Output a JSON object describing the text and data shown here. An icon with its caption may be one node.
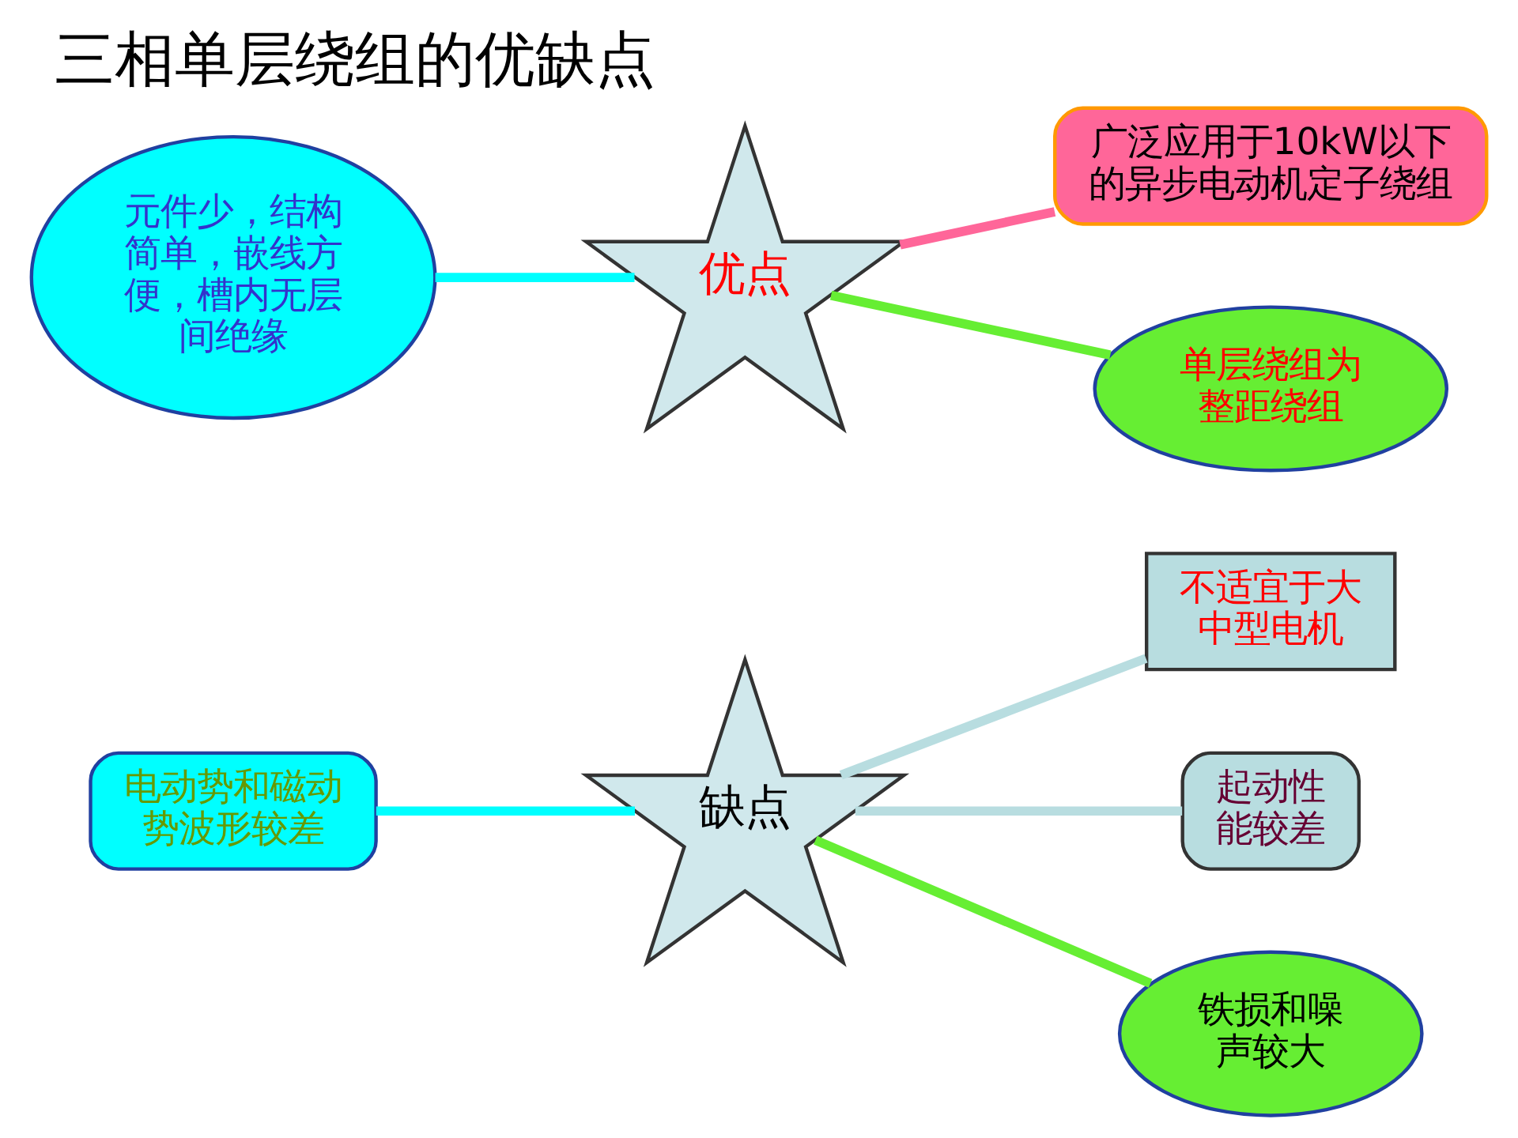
{
  "diagram": {
    "title": "三相单层绕组的优缺点",
    "nodes": [
      {
        "text": [
          "元件少，结构简单，嵌线方便，槽内无层间绝缘"
        ]
      },
      {
        "text": [
          "优点"
        ]
      },
      {
        "text": [
          "单层绕组为整距绕组"
        ]
      },
      {
        "text": [
          "广泛应用于10kW以下的异步电动机定子绕组"
        ]
      },
      {
        "text": [
          "电动势和磁动势波形较差"
        ]
      },
      {
        "text": [
          "缺点"
        ]
      },
      {
        "text": [
          "铁损和噪声较大"
        ]
      },
      {
        "text": [
          "起动性能较差"
        ]
      },
      {
        "text": [
          "不适宜于大中型电机"
        ]
      }
    ],
    "edges": [
      {
        "from": 0,
        "to": 1,
        "arrow": "none",
        "color": "#00ffff"
      },
      {
        "from": 1,
        "to": 2,
        "arrow": "none",
        "color": "#66ee33"
      },
      {
        "from": 1,
        "to": 3,
        "arrow": "none",
        "color": "#ff6699"
      },
      {
        "from": 4,
        "to": 5,
        "arrow": "none",
        "color": "#00ffff"
      },
      {
        "from": 5,
        "to": 6,
        "arrow": "none",
        "color": "#66ee33"
      },
      {
        "from": 5,
        "to": 7,
        "arrow": "none",
        "color": "#b8dde0"
      },
      {
        "from": 5,
        "to": 8,
        "arrow": "none",
        "color": "#b8dde0"
      }
    ]
  }
}
